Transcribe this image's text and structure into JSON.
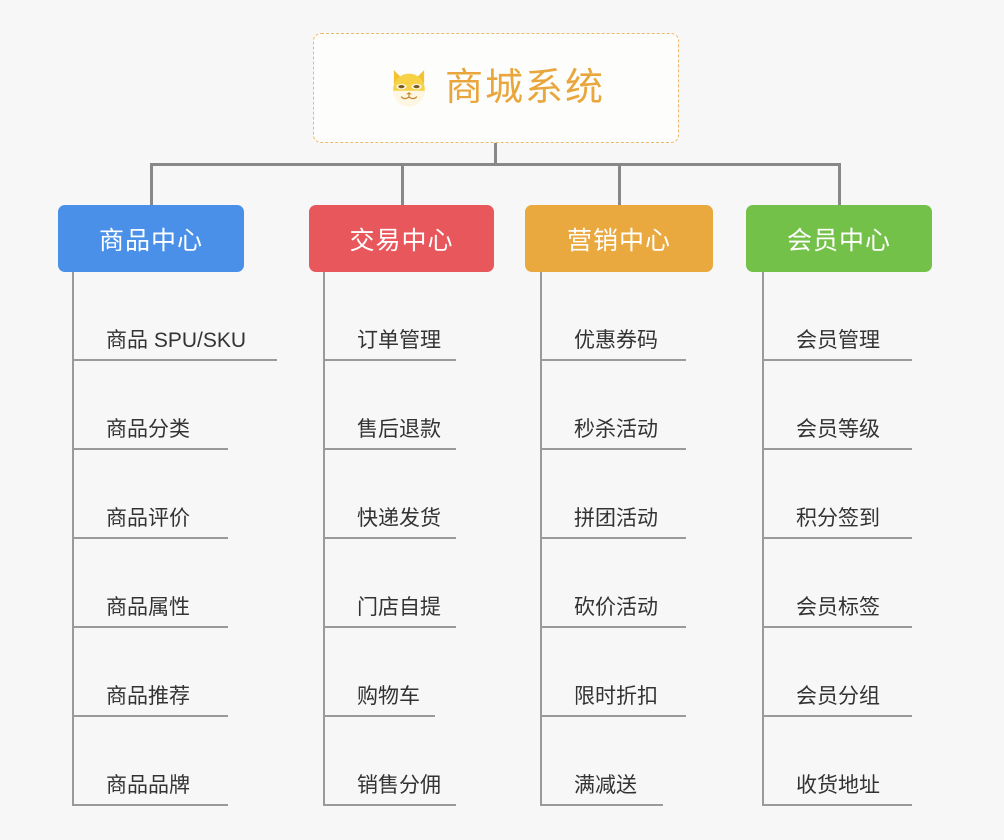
{
  "diagram": {
    "background_color": "#f7f7f7",
    "connector_color": "#888888",
    "root": {
      "title": "商城系统",
      "icon": "shiba-dog-face-icon",
      "text_color": "#e8a63c",
      "border_color": "#eab96a"
    },
    "branches": [
      {
        "label": "商品中心",
        "color": "#4a90e8",
        "items": [
          "商品 SPU/SKU",
          "商品分类",
          "商品评价",
          "商品属性",
          "商品推荐",
          "商品品牌"
        ]
      },
      {
        "label": "交易中心",
        "color": "#e8575c",
        "items": [
          "订单管理",
          "售后退款",
          "快递发货",
          "门店自提",
          "购物车",
          "销售分佣"
        ]
      },
      {
        "label": "营销中心",
        "color": "#eaa93f",
        "items": [
          "优惠券码",
          "秒杀活动",
          "拼团活动",
          "砍价活动",
          "限时折扣",
          "满减送"
        ]
      },
      {
        "label": "会员中心",
        "color": "#74c14a",
        "items": [
          "会员管理",
          "会员等级",
          "积分签到",
          "会员标签",
          "会员分组",
          "收货地址"
        ]
      }
    ]
  }
}
